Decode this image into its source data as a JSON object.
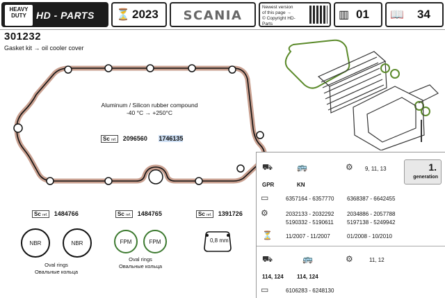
{
  "header": {
    "badge_text": "HEAVY DUTY",
    "logo_text": "HD - PARTS",
    "year": "2023",
    "brand": "SCANIA",
    "news_line1": "Newest version",
    "news_line2": "of this page →",
    "news_line3": "© Copyright HD-Parts",
    "chapter": "01",
    "page": "34",
    "hourglass_icon": "hourglass-icon",
    "qr_icon": "qr-code-icon",
    "pages_icon": "pages-icon",
    "book_icon": "book-icon"
  },
  "part": {
    "number": "301232",
    "description": "Gasket kit → oil cooler cover"
  },
  "gasket_note": {
    "line1": "Aluminum / Silicon rubber compound",
    "line2": "-40 °C → +250°C"
  },
  "refs": {
    "sc_label": "Sc",
    "ref_label": "ref.",
    "main_ref_1": "2096560",
    "main_ref_2": "1746135",
    "ring_ref_1": "1484766",
    "ring_ref_2": "1484765",
    "ring_ref_3": "1391726"
  },
  "rings": {
    "nbr": "NBR",
    "fpm": "FPM",
    "thickness": "0,8 mm",
    "oval_en": "Oval rings",
    "oval_ru": "Овальные кольца"
  },
  "table": {
    "generation_number": "1.",
    "generation_label": "generation",
    "section1": {
      "models": "9, 11, 13",
      "col1_header": "GPR",
      "col2_header": "KN",
      "chassis_a": "6357164 - 6357770",
      "chassis_b": "6368387 - 6642455",
      "engine_a1": "2032133 - 2032292",
      "engine_b1": "2034886 - 2057788",
      "engine_a2": "5190332 - 5190611",
      "engine_b2": "5197138 - 5249942",
      "date_a": "11/2007 - 11/2007",
      "date_b": "01/2008 - 10/2010"
    },
    "section2": {
      "models": "11, 12",
      "col1_header": "114,  124",
      "col2_header": "114,  124",
      "chassis": "6106283 - 6248130"
    }
  },
  "colors": {
    "gasket_outline": "#c9a090",
    "gasket_core": "#111111",
    "ring_green": "#3d7a30",
    "illustration_oring": "#5b8a2a"
  }
}
